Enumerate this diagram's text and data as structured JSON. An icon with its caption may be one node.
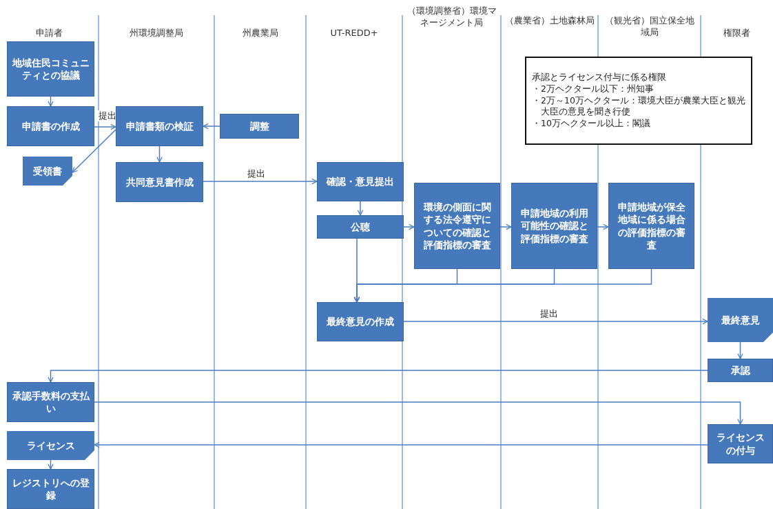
{
  "diagram": {
    "nodes": [
      {
        "text": [
          "地域住民コミュニティとの協議"
        ]
      },
      {
        "text": [
          "申請書の作成"
        ]
      },
      {
        "text": [
          "受領書"
        ]
      },
      {
        "text": [
          "申請書類の検証"
        ]
      },
      {
        "text": [
          "調整"
        ]
      },
      {
        "text": [
          "共同意見書作成"
        ]
      },
      {
        "text": [
          "確認・意見提出"
        ]
      },
      {
        "text": [
          "公聴"
        ]
      },
      {
        "text": [
          "環境の側面に関する法令遵守についての確認と評価指標の審査"
        ]
      },
      {
        "text": [
          "申請地域の利用可能性の確認と評価指標の審査"
        ]
      },
      {
        "text": [
          "申請地域が保全地域に係る場合の評価指標の審査"
        ]
      },
      {
        "text": [
          "最終意見の作成"
        ]
      },
      {
        "text": [
          "最終意見"
        ]
      },
      {
        "text": [
          "承認"
        ]
      },
      {
        "text": [
          "承認手数料の支払い"
        ]
      },
      {
        "text": [
          "ライセンス"
        ]
      },
      {
        "text": [
          "レジストリへの登録"
        ]
      },
      {
        "text": [
          "ライセンスの付与"
        ]
      },
      {
        "text": [
          "承認とライセンス付与に係る権限",
          "・2万ヘクタール以下：州知事",
          "・2万～10万ヘクタール：環境大臣が農業大臣と観光大臣の意見を聞き行使",
          "・10万ヘクタール以上：閣議"
        ]
      }
    ],
    "edges": [
      {
        "from": 0,
        "to": 1,
        "arrow": "to"
      },
      {
        "from": 1,
        "to": 3,
        "arrow": "to",
        "label": "提出"
      },
      {
        "from": 3,
        "to": 2,
        "arrow": "to"
      },
      {
        "from": 4,
        "to": 3,
        "arrow": "to"
      },
      {
        "from": 3,
        "to": 5,
        "arrow": "to"
      },
      {
        "from": 5,
        "to": 6,
        "arrow": "to",
        "label": "提出"
      },
      {
        "from": 6,
        "to": 7,
        "arrow": "to"
      },
      {
        "from": 7,
        "to": 8,
        "arrow": "to"
      },
      {
        "from": 8,
        "to": 9,
        "arrow": "to"
      },
      {
        "from": 9,
        "to": 10,
        "arrow": "to"
      },
      {
        "from": 7,
        "to": 11,
        "arrow": "to"
      },
      {
        "from": 8,
        "to": 11,
        "arrow": "to"
      },
      {
        "from": 9,
        "to": 11,
        "arrow": "to"
      },
      {
        "from": 10,
        "to": 11,
        "arrow": "to"
      },
      {
        "from": 11,
        "to": 12,
        "arrow": "to",
        "label": "提出"
      },
      {
        "from": 12,
        "to": 13,
        "arrow": "to"
      },
      {
        "from": 13,
        "to": 14,
        "arrow": "to"
      },
      {
        "from": 14,
        "to": 17,
        "arrow": "to"
      },
      {
        "from": 17,
        "to": 15,
        "arrow": "to"
      },
      {
        "from": 15,
        "to": 16,
        "arrow": "to"
      }
    ],
    "labels": [
      "申請者",
      "州環境調整局",
      "州農業局",
      "UT-REDD+",
      "（環境調整省）環境マネージメント局",
      "（農業省）土地森林局",
      "（観光省）国立保全地域局",
      "権限者"
    ]
  }
}
